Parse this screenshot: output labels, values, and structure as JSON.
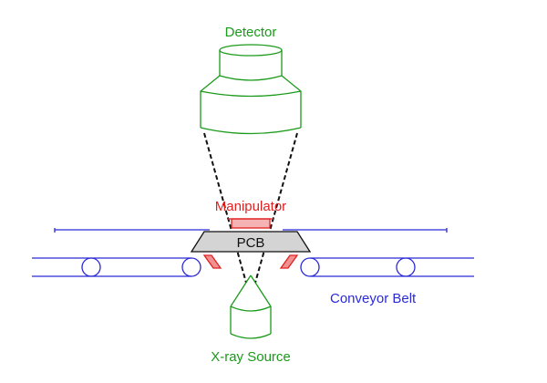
{
  "labels": {
    "detector": "Detector",
    "manipulator": "Manipulator",
    "pcb": "PCB",
    "conveyor_belt": "Conveyor Belt",
    "xray_source": "X-ray Source"
  },
  "colors": {
    "detector": "#1a9a1a",
    "xray_source": "#1a9a1a",
    "manipulator": "#e02020",
    "conveyor": "#2a2ad8",
    "beam": "#111111",
    "pcb_fill": "#d4d4d4",
    "pcb_stroke": "#111111"
  }
}
